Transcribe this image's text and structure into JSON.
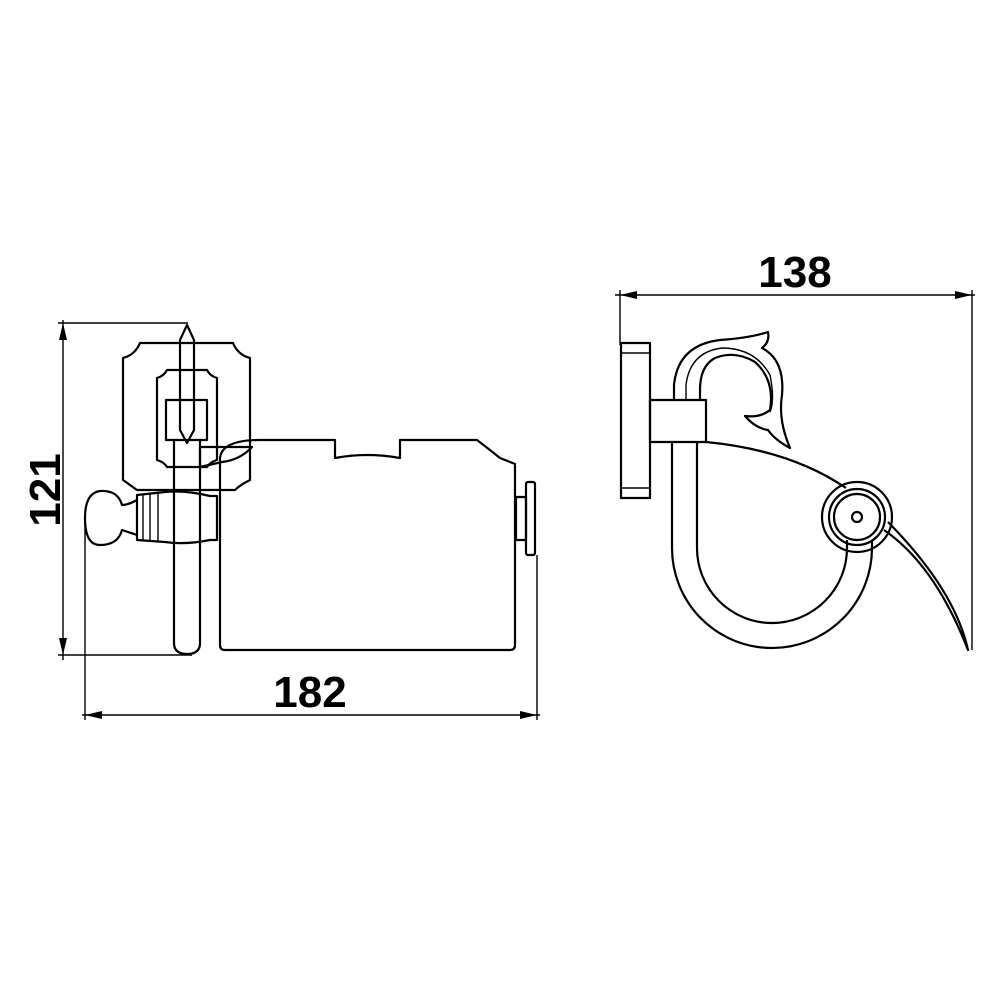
{
  "dimensions": {
    "height_front": "121",
    "width_front": "182",
    "depth_side": "138"
  },
  "colors": {
    "line": "#000000",
    "background": "#ffffff"
  }
}
